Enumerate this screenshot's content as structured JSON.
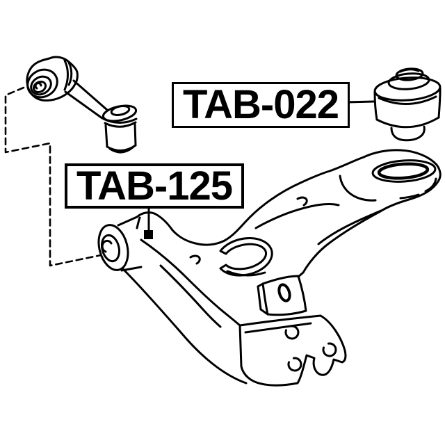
{
  "colors": {
    "background": "#ffffff",
    "line": "#000000"
  },
  "labels": {
    "tab022": {
      "text": "TAB-022"
    },
    "tab125": {
      "text": "TAB-125"
    }
  },
  "parts": {
    "rod_assembly": "rod-with-two-bushings",
    "bushing_top_right": "arm-bushing",
    "control_arm": "front-lower-control-arm",
    "marker": "leader-endpoint-square"
  }
}
